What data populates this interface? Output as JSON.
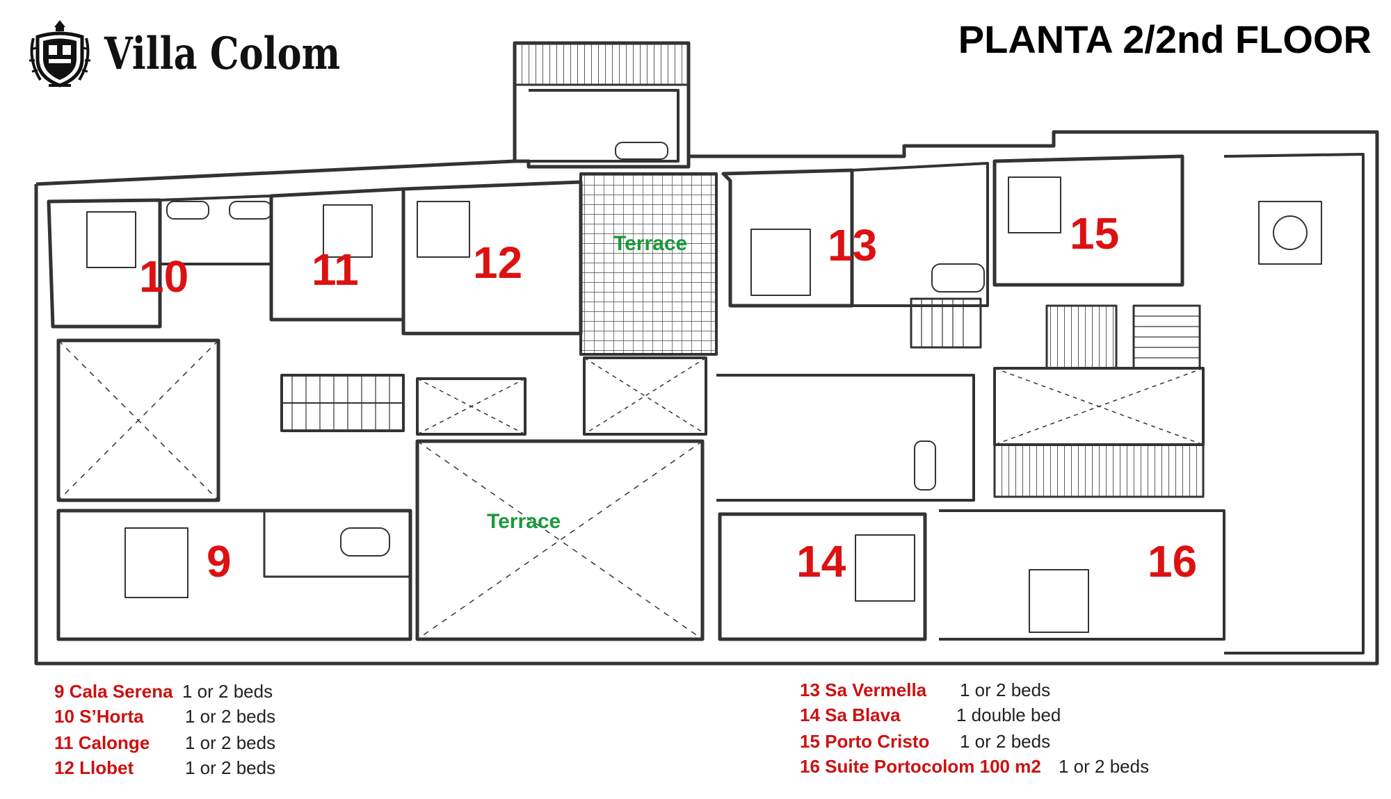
{
  "header": {
    "brand": "Villa Colom",
    "floor_title": "PLANTA 2/2nd FLOOR",
    "logo_icon": "coat-of-arms-icon"
  },
  "colors": {
    "room_number": "#dd1111",
    "terrace_label": "#1a9a3a",
    "legend_name": "#cc1111",
    "wall": "#333333"
  },
  "rooms": [
    {
      "number": "10"
    },
    {
      "number": "11"
    },
    {
      "number": "12"
    },
    {
      "number": "13"
    },
    {
      "number": "15"
    },
    {
      "number": "9"
    },
    {
      "number": "14"
    },
    {
      "number": "16"
    }
  ],
  "terraces": [
    {
      "label": "Terrace"
    },
    {
      "label": "Terrace"
    }
  ],
  "legend": {
    "left": [
      {
        "name": "9 Cala Serena",
        "beds": "1 or 2 beds"
      },
      {
        "name": "10 S’Horta",
        "beds": "1 or 2 beds"
      },
      {
        "name": "11 Calonge",
        "beds": "1 or 2 beds"
      },
      {
        "name": "12 Llobet",
        "beds": "1 or 2 beds"
      }
    ],
    "right": [
      {
        "name": "13  Sa Vermella",
        "beds": "1 or 2 beds"
      },
      {
        "name": "14  Sa Blava",
        "beds": "1 double bed"
      },
      {
        "name": "15 Porto Cristo",
        "beds": "1 or 2 beds"
      },
      {
        "name": "16  Suite Portocolom  100 m2",
        "beds": "1 or 2 beds"
      }
    ]
  }
}
